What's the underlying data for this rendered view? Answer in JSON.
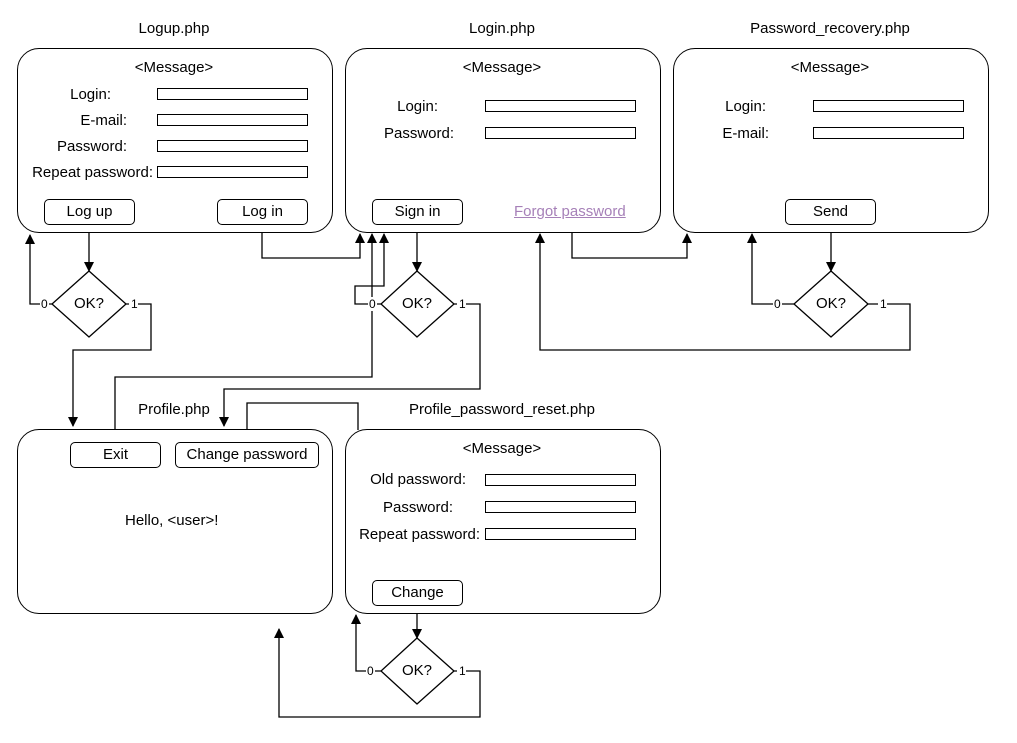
{
  "pages": {
    "logup": {
      "title": "Logup.php",
      "message": "<Message>",
      "fields": [
        "Login:",
        "E-mail:",
        "Password:",
        "Repeat password:"
      ],
      "buttons": {
        "logup": "Log up",
        "login": "Log in"
      }
    },
    "login": {
      "title": "Login.php",
      "message": "<Message>",
      "fields": [
        "Login:",
        "Password:"
      ],
      "buttons": {
        "signin": "Sign in"
      },
      "forgot_link": "Forgot password"
    },
    "recovery": {
      "title": "Password_recovery.php",
      "message": "<Message>",
      "fields": [
        "Login:",
        "E-mail:"
      ],
      "buttons": {
        "send": "Send"
      }
    },
    "profile": {
      "title": "Profile.php",
      "greeting": "Hello, <user>!",
      "buttons": {
        "exit": "Exit",
        "change_password": "Change password"
      }
    },
    "reset": {
      "title": "Profile_password_reset.php",
      "message": "<Message>",
      "fields": [
        "Old password:",
        "Password:",
        "Repeat password:"
      ],
      "buttons": {
        "change": "Change"
      }
    }
  },
  "decision": {
    "label": "OK?",
    "no": "0",
    "yes": "1"
  },
  "colors": {
    "line": "#000000",
    "link": "#a680b8"
  }
}
